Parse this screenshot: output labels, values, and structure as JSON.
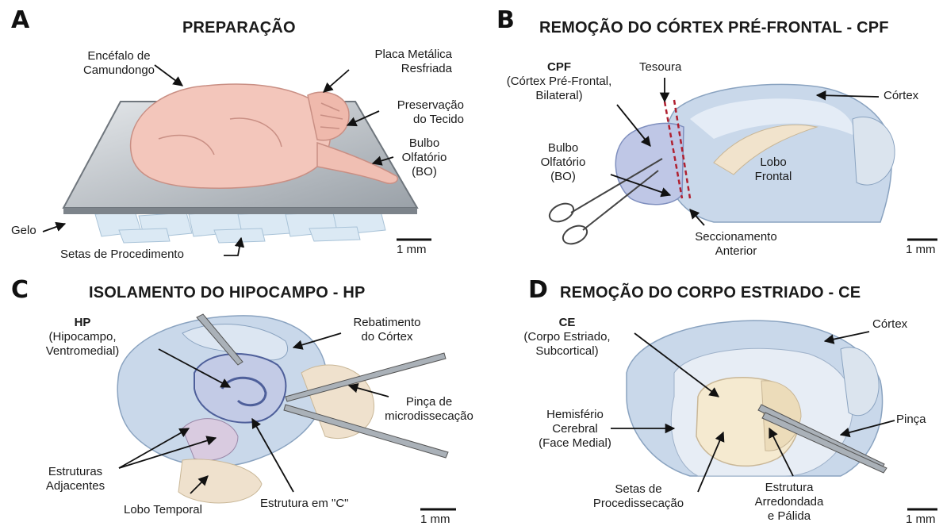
{
  "panelA": {
    "letter": "A",
    "title": "PREPARAÇÃO",
    "labels": {
      "brain_l1": "Encéfalo de",
      "brain_l2": "Camundongo",
      "plate_l1": "Placa Metálica",
      "plate_l2": "Resfriada",
      "pres_l1": "Preservação",
      "pres_l2": "do Tecido",
      "bulb_l1": "Bulbo",
      "bulb_l2": "Olfatório",
      "bulb_l3": "(BO)",
      "ice": "Gelo",
      "arrows": "Setas de Procedimento"
    },
    "scale": "1 mm"
  },
  "panelB": {
    "letter": "B",
    "title": "REMOÇÃO DO CÓRTEX PRÉ-FRONTAL - CPF",
    "labels": {
      "cpf": "CPF",
      "cpf_l2": "(Córtex Pré-Frontal,",
      "cpf_l3": "Bilateral)",
      "scissors": "Tesoura",
      "cortex": "Córtex",
      "bulb_l1": "Bulbo",
      "bulb_l2": "Olfatório",
      "bulb_l3": "(BO)",
      "lobe_l1": "Lobo",
      "lobe_l2": "Frontal",
      "sect_l1": "Seccionamento",
      "sect_l2": "Anterior"
    },
    "scale": "1 mm"
  },
  "panelC": {
    "letter": "C",
    "title": "ISOLAMENTO DO HIPOCAMPO - HP",
    "labels": {
      "hp": "HP",
      "hp_l2": "(Hipocampo,",
      "hp_l3": "Ventromedial)",
      "fold_l1": "Rebatimento",
      "fold_l2": "do Córtex",
      "forceps_l1": "Pinça de",
      "forceps_l2": "microdissecação",
      "adj_l1": "Estruturas",
      "adj_l2": "Adjacentes",
      "temporal": "Lobo Temporal",
      "cshape": "Estrutura em \"C\""
    },
    "scale": "1 mm"
  },
  "panelD": {
    "letter": "D",
    "title": "REMOÇÃO DO CORPO ESTRIADO - CE",
    "labels": {
      "ce": "CE",
      "ce_l2": "(Corpo Estriado,",
      "ce_l3": "Subcortical)",
      "cortex": "Córtex",
      "hemi_l1": "Hemisfério",
      "hemi_l2": "Cerebral",
      "hemi_l3": "(Face Medial)",
      "forceps": "Pinça",
      "arrows_l1": "Setas de",
      "arrows_l2": "Procedissecação",
      "round_l1": "Estrutura",
      "round_l2": "Arredondada",
      "round_l3": "e Pálida"
    },
    "scale": "1 mm"
  },
  "colors": {
    "brain_pink": "#f3c6bb",
    "brain_blue": "#c9d8ea",
    "brain_beige": "#efe1cd",
    "striatum": "#f5ead0",
    "plate": "#b9bec4",
    "ice": "#d6e6f2",
    "cut_line": "#b02030"
  }
}
